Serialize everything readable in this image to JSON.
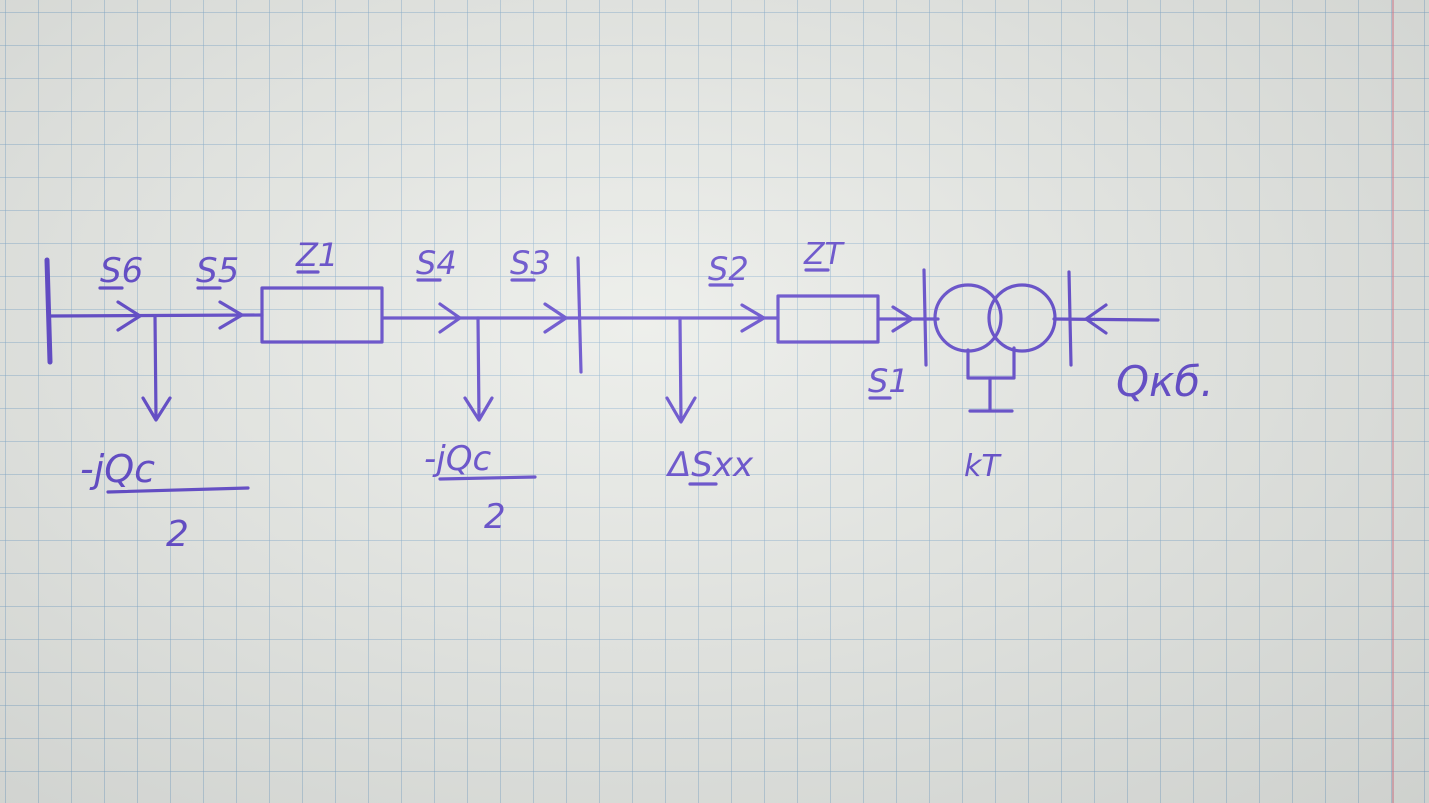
{
  "labels": {
    "s6": "S6",
    "s5": "S5",
    "z1": "Z1",
    "s4": "S4",
    "s3": "S3",
    "s2": "S2",
    "zt": "ZT",
    "s1": "S1",
    "shunt1_num": "-jQc",
    "shunt1_den": "2",
    "shunt2_num": "-jQc",
    "shunt2_den": "2",
    "dsxx": "ΔSxx",
    "kt": "kT",
    "qkb": "Qкб."
  },
  "colors": {
    "ink": "#4b2fc4",
    "paper": "#e8eae5",
    "grid": "#78a5c8"
  }
}
